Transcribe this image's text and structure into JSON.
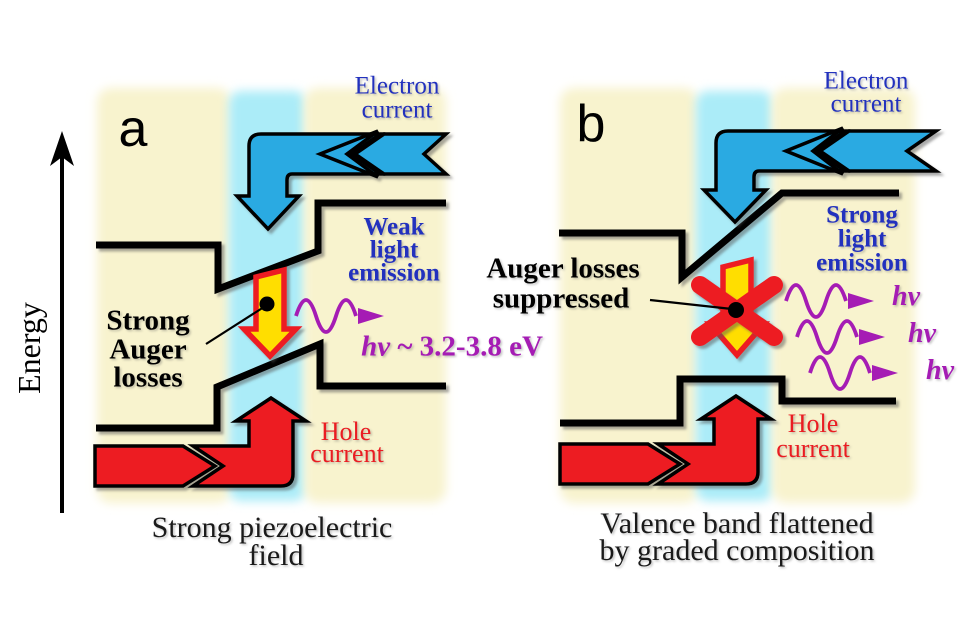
{
  "energy_axis": {
    "label": "Energy"
  },
  "panel_a": {
    "label": "a",
    "electron_current": [
      "Electron",
      "current"
    ],
    "light_emission": [
      "Weak",
      "light",
      "emission"
    ],
    "auger_label": [
      "Strong",
      "Auger",
      "losses"
    ],
    "photon_symbol": "hν",
    "photon_energy": " ~ 3.2-3.8 eV",
    "hole_current": [
      "Hole",
      "current"
    ],
    "caption": [
      "Strong piezoelectric",
      "field"
    ]
  },
  "panel_b": {
    "label": "b",
    "electron_current": [
      "Electron",
      "current"
    ],
    "light_emission": [
      "Strong",
      "light",
      "emission"
    ],
    "auger_label": [
      "Auger losses",
      "suppressed"
    ],
    "photon_labels": [
      "hν",
      "hν",
      "hν"
    ],
    "hole_current": [
      "Hole",
      "current"
    ],
    "caption": [
      "Valence band flattened",
      "by graded composition"
    ]
  },
  "icons": {
    "energy_axis": "up-arrow-axis",
    "electron_current": "bent-block-arrow-down",
    "hole_current": "bent-block-arrow-up",
    "auger_recombination": "down-block-arrow",
    "suppression": "red-cross",
    "photon": "wavy-arrow"
  },
  "colors": {
    "electron_arrow": "#2BAAE2",
    "hole_arrow": "#ED1C24",
    "auger_arrow_fill": "#FFDE00",
    "auger_arrow_outline": "#ED1C24",
    "suppression_cross": "#ED1C24",
    "photon": "#A51CB4",
    "electron_text": "#2231BE",
    "hole_text": "#EA1C22",
    "barrier_region": "#F8F3CE",
    "well_region": "#ABECF8",
    "band_line": "#000000"
  }
}
